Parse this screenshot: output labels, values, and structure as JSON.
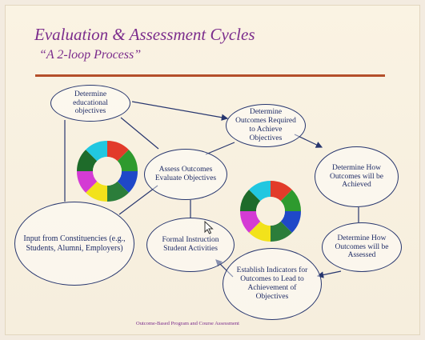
{
  "slide": {
    "title": "Evaluation & Assessment Cycles",
    "subtitle": "“A 2-loop Process”",
    "footer": "Outcome-Based Program and Course Assessment"
  },
  "nodes": {
    "objectives": "Determine educational objectives",
    "outcomes_required": "Determine Outcomes Required to Achieve Objectives",
    "assess_evaluate": "Assess Outcomes Evaluate Objectives",
    "how_achieved": "Determine How Outcomes will be Achieved",
    "input": "Input from Constituencies (e.g., Students, Alumni, Employers)",
    "formal_instruction": "Formal Instruction Student Activities",
    "how_assessed": "Determine How Outcomes will be Assessed",
    "indicators": "Establish Indicators for Outcomes to Lead to Achievement of Objectives"
  },
  "colors": {
    "title": "#7b2c8c",
    "rule": "#b44f2a",
    "node_border": "#27366e",
    "cycle_segments": [
      "#e23b2a",
      "#2e9a2e",
      "#1f48c8",
      "#2b7d3a",
      "#f2e21b",
      "#d43bd4",
      "#1e6b2a",
      "#21c7e0"
    ]
  },
  "icons": [
    "left-cycle-arrows-icon",
    "right-cycle-arrows-icon"
  ]
}
